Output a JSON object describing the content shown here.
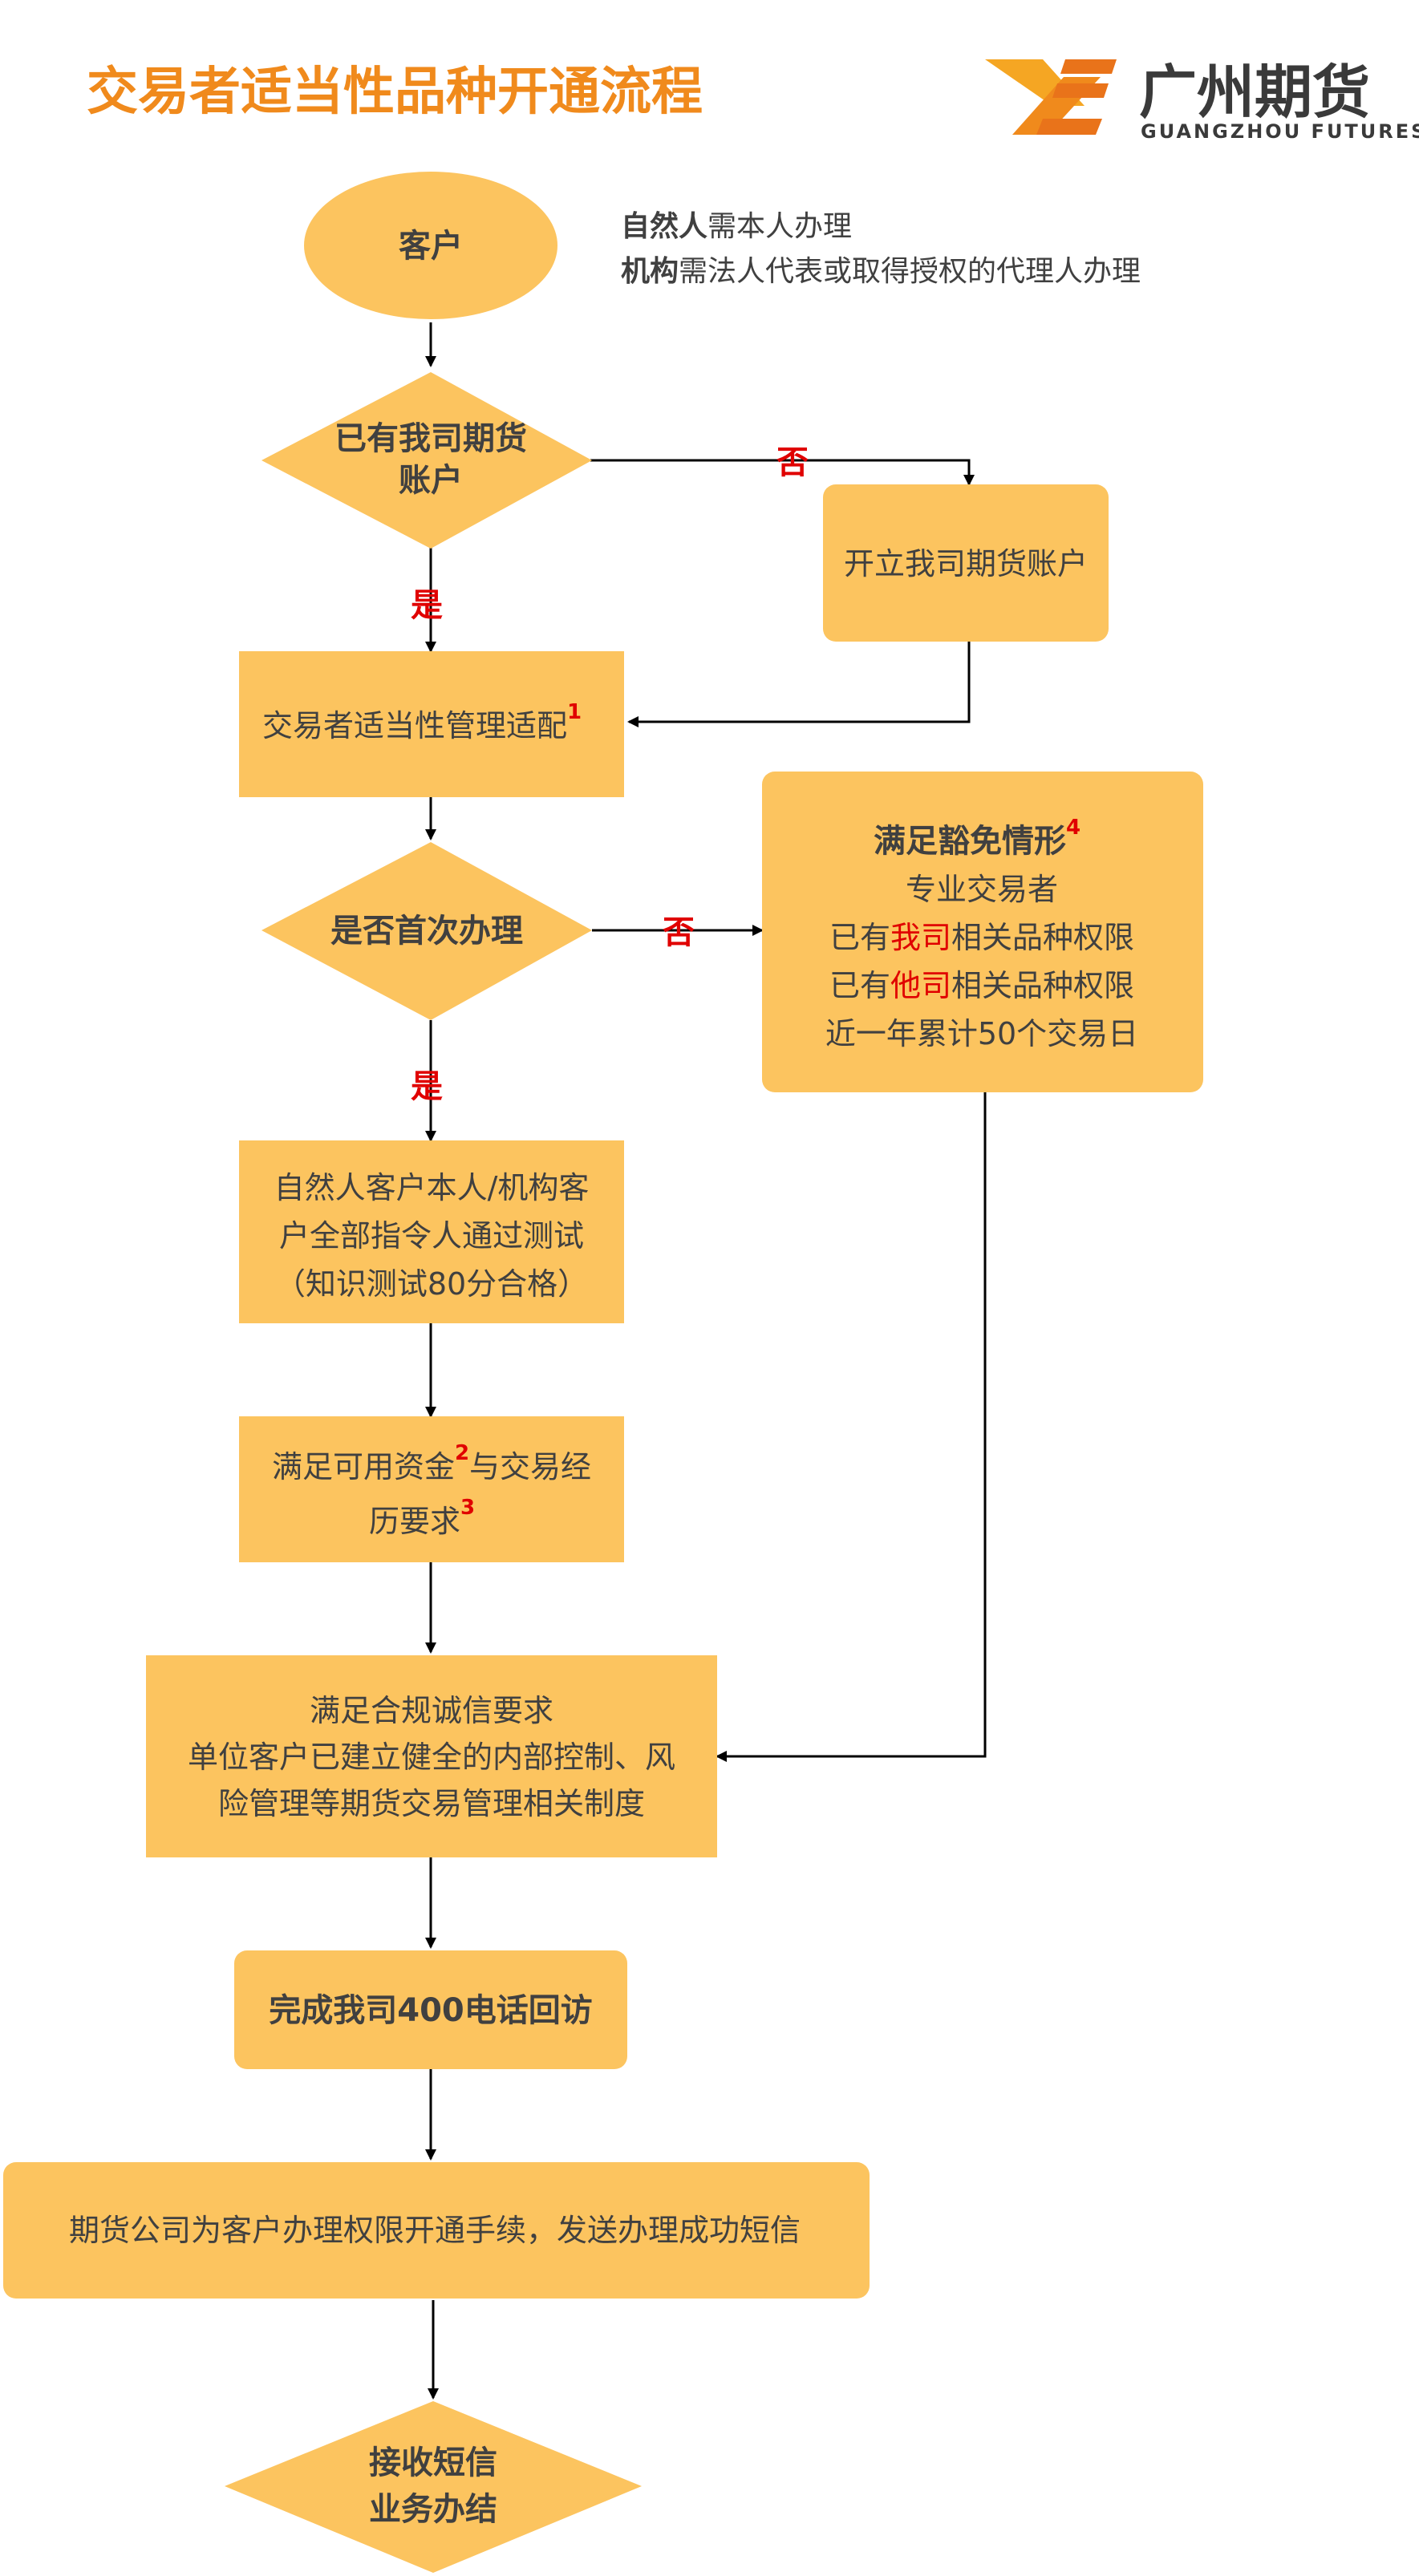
{
  "title": "交易者适当性品种开通流程",
  "logo": {
    "cn": "广州期货",
    "en": "GUANGZHOU  FUTURES",
    "icon": "ye-logo-icon",
    "color_orange": "#f08a1c"
  },
  "note": {
    "line1_bold": "自然人",
    "line1_rest": "需本人办理",
    "line2_bold": "机构",
    "line2_rest": "需法人代表或取得授权的代理人办理"
  },
  "nodes": {
    "customer": "客户",
    "has_account_l1": "已有我司期货",
    "has_account_l2": "账户",
    "open_account": "开立我司期货账户",
    "suitability": "交易者适当性管理适配",
    "suitability_sup": "1",
    "first_time": "是否首次办理",
    "exempt_title": "满足豁免情形",
    "exempt_sup": "4",
    "exempt_l1": "专业交易者",
    "exempt_l2_pre": "已有",
    "exempt_l2_red": "我司",
    "exempt_l2_post": "相关品种权限",
    "exempt_l3_pre": "已有",
    "exempt_l3_red": "他司",
    "exempt_l3_post": "相关品种权限",
    "exempt_l4": "近一年累计50个交易日",
    "test_l1": "自然人客户本人/机构客",
    "test_l2": "户全部指令人通过测试",
    "test_l3": "（知识测试80分合格）",
    "funds_l1_a": "满足可用资金",
    "funds_sup1": "2",
    "funds_l1_b": "与交易经",
    "funds_l2": "历要求",
    "funds_sup2": "3",
    "compliance_l1": "满足合规诚信要求",
    "compliance_l2": "单位客户已建立健全的内部控制、风",
    "compliance_l3": "险管理等期货交易管理相关制度",
    "callback": "完成我司400电话回访",
    "process": "期货公司为客户办理权限开通手续，发送办理成功短信",
    "end_l1": "接收短信",
    "end_l2": "业务办结"
  },
  "edge_labels": {
    "no1": "否",
    "yes1": "是",
    "no2": "否",
    "yes2": "是"
  },
  "colors": {
    "node_fill": "#fcc45f",
    "text": "#404040",
    "label_red": "#e00000",
    "title_orange": "#f08a1c"
  }
}
